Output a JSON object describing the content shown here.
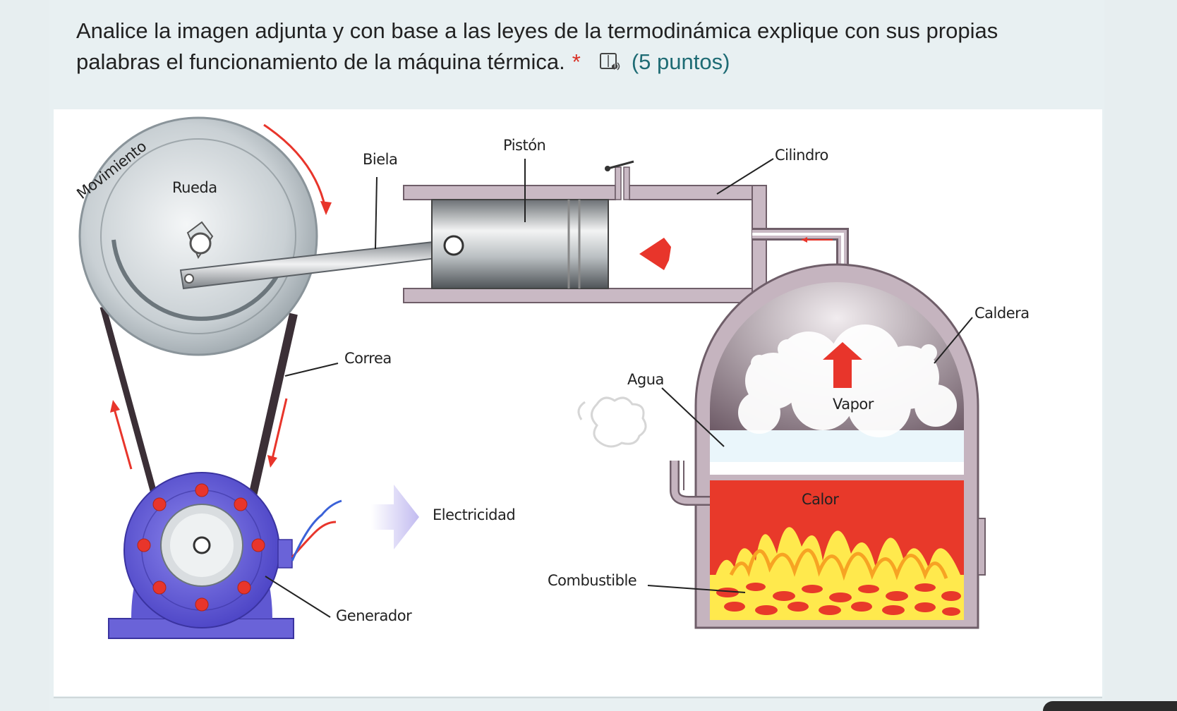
{
  "question": {
    "text": "Analice la imagen adjunta y con base a las leyes de la termodinámica explique con sus propias palabras el funcionamiento de la máquina térmica.",
    "required_mark": "*",
    "reader_icon": "immersive-reader-icon",
    "points": "(5 puntos)"
  },
  "diagram": {
    "labels": {
      "movimiento": "Movimiento",
      "rueda": "Rueda",
      "biela": "Biela",
      "piston": "Pistón",
      "cilindro": "Cilindro",
      "caldera": "Caldera",
      "correa": "Correa",
      "agua": "Agua",
      "vapor": "Vapor",
      "calor": "Calor",
      "electricidad": "Electricidad",
      "combustible": "Combustible",
      "generador": "Generador"
    },
    "colors": {
      "arrow_red": "#e8352b",
      "fire_red": "#e8392a",
      "fire_yellow": "#ffe94d",
      "boiler_wall": "#c5b4bf",
      "generator_purple": "#6a63d8",
      "wheel_gray": "#c9d0d4",
      "electricity_arrow": "#c9c3f2"
    }
  }
}
